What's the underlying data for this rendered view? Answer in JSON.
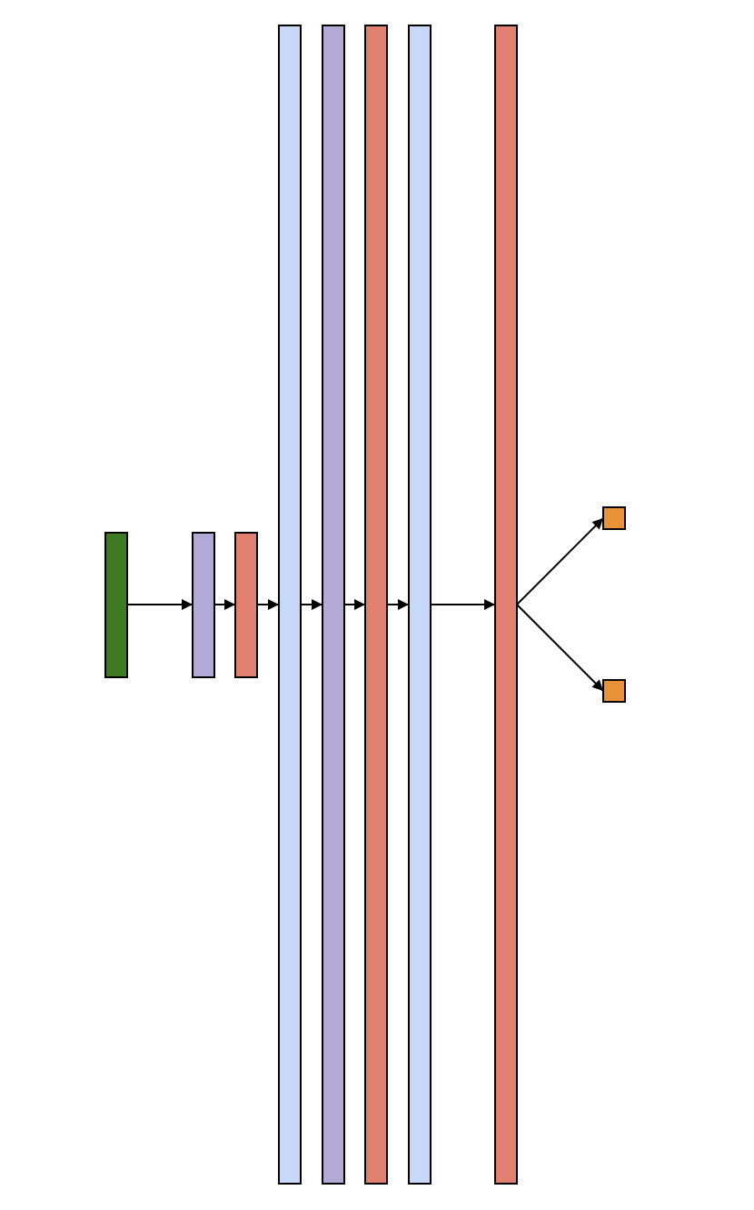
{
  "diagram": {
    "type": "neural-network-architecture",
    "colors": {
      "input": "#3d7a22",
      "violet": "#b4a9d6",
      "salmon": "#e08070",
      "light_blue": "#c8d8f8",
      "output": "#e8923a",
      "stroke": "#000000"
    },
    "nodes": [
      {
        "id": "input",
        "kind": "input",
        "color_key": "input"
      },
      {
        "id": "layer-1",
        "kind": "hidden",
        "color_key": "violet"
      },
      {
        "id": "layer-2",
        "kind": "hidden",
        "color_key": "salmon"
      },
      {
        "id": "layer-3",
        "kind": "hidden",
        "color_key": "light_blue"
      },
      {
        "id": "layer-4",
        "kind": "hidden",
        "color_key": "violet"
      },
      {
        "id": "layer-5",
        "kind": "hidden",
        "color_key": "salmon"
      },
      {
        "id": "layer-6",
        "kind": "hidden",
        "color_key": "light_blue"
      },
      {
        "id": "layer-7",
        "kind": "hidden",
        "color_key": "salmon"
      },
      {
        "id": "output-1",
        "kind": "output",
        "color_key": "output"
      },
      {
        "id": "output-2",
        "kind": "output",
        "color_key": "output"
      }
    ],
    "edges": [
      {
        "from": "input",
        "to": "layer-1"
      },
      {
        "from": "layer-1",
        "to": "layer-2"
      },
      {
        "from": "layer-2",
        "to": "layer-3"
      },
      {
        "from": "layer-3",
        "to": "layer-4"
      },
      {
        "from": "layer-4",
        "to": "layer-5"
      },
      {
        "from": "layer-5",
        "to": "layer-6"
      },
      {
        "from": "layer-6",
        "to": "layer-7"
      },
      {
        "from": "layer-7",
        "to": "output-1"
      },
      {
        "from": "layer-7",
        "to": "output-2"
      }
    ]
  }
}
